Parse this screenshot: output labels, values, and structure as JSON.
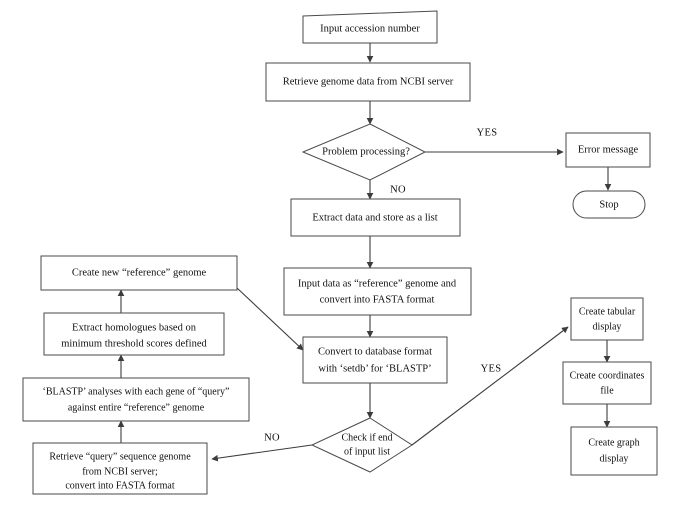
{
  "diagram": {
    "title": "Genome comparison pipeline flowchart",
    "background_color": "#ffffff",
    "line_color": "#3c3c3c",
    "box_stroke_color": "#4a4a4a",
    "text_color": "#111111",
    "nodes": {
      "input_accession": {
        "label": "Input accession number",
        "shape": "parallelogram-skewed"
      },
      "retrieve_genome": {
        "label": "Retrieve genome data from NCBI server",
        "shape": "rect"
      },
      "problem_processing": {
        "label": "Problem processing?",
        "shape": "diamond"
      },
      "error_message": {
        "label": "Error message",
        "shape": "rect"
      },
      "stop": {
        "label": "Stop",
        "shape": "rounded"
      },
      "extract_store": {
        "label": "Extract data and store as a list",
        "shape": "rect"
      },
      "input_reference": {
        "line1": "Input data as “reference” genome and",
        "line2": "convert into FASTA format",
        "shape": "rect"
      },
      "convert_db": {
        "line1": "Convert to database format",
        "line2": "with ‘setdb’ for ‘BLASTP’",
        "shape": "rect"
      },
      "check_end": {
        "line1": "Check if end",
        "line2": "of input list",
        "shape": "diamond"
      },
      "retrieve_query": {
        "line1": "Retrieve “query” sequence genome",
        "line2": "from NCBI server;",
        "line3": "convert into FASTA format",
        "shape": "rect"
      },
      "blastp_analyses": {
        "line1": "‘BLASTP’ analyses with each gene of “query”",
        "line2": "against entire “reference” genome",
        "shape": "rect"
      },
      "extract_homologues": {
        "line1": "Extract homologues based on",
        "line2": "minimum threshold scores defined",
        "shape": "rect"
      },
      "create_reference": {
        "label": "Create new “reference” genome",
        "shape": "rect"
      },
      "create_tabular": {
        "line1": "Create tabular",
        "line2": "display",
        "shape": "rect"
      },
      "create_coordinates": {
        "line1": "Create coordinates",
        "line2": "file",
        "shape": "rect"
      },
      "create_graph": {
        "line1": "Create graph",
        "line2": "display",
        "shape": "rect"
      }
    },
    "edge_labels": {
      "problem_yes": "YES",
      "problem_no": "NO",
      "check_yes": "YES",
      "check_no": "NO"
    }
  }
}
